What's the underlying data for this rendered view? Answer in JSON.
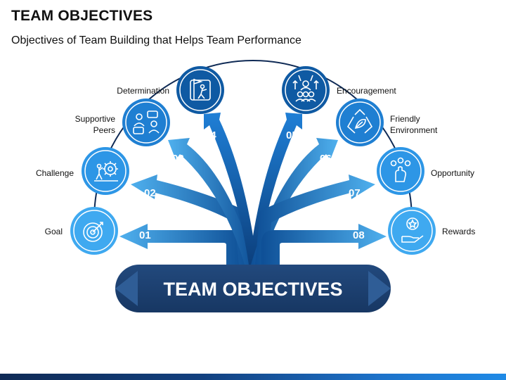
{
  "title": "TEAM OBJECTIVES",
  "subtitle": "Objectives of Team Building that Helps Team Performance",
  "center_label": "TEAM OBJECTIVES",
  "items": [
    {
      "number": "01",
      "label": "Goal",
      "icon": "target-icon"
    },
    {
      "number": "02",
      "label": "Challenge",
      "icon": "gear-climber-icon"
    },
    {
      "number": "03",
      "label": "Supportive Peers",
      "icon": "peers-icon"
    },
    {
      "number": "04",
      "label": "Determination",
      "icon": "flag-climb-icon"
    },
    {
      "number": "05",
      "label": "Encouragement",
      "icon": "team-cheer-icon"
    },
    {
      "number": "06",
      "label": "Friendly Environment",
      "icon": "recycle-leaf-icon"
    },
    {
      "number": "07",
      "label": "Opportunity",
      "icon": "hand-coins-icon"
    },
    {
      "number": "08",
      "label": "Rewards",
      "icon": "award-hand-icon"
    }
  ],
  "colors": {
    "dark_navy": "#1b3f6e",
    "deep_blue": "#0d4d93",
    "mid_blue": "#1c7ad0",
    "light_blue": "#3fa9f0",
    "white": "#ffffff"
  }
}
